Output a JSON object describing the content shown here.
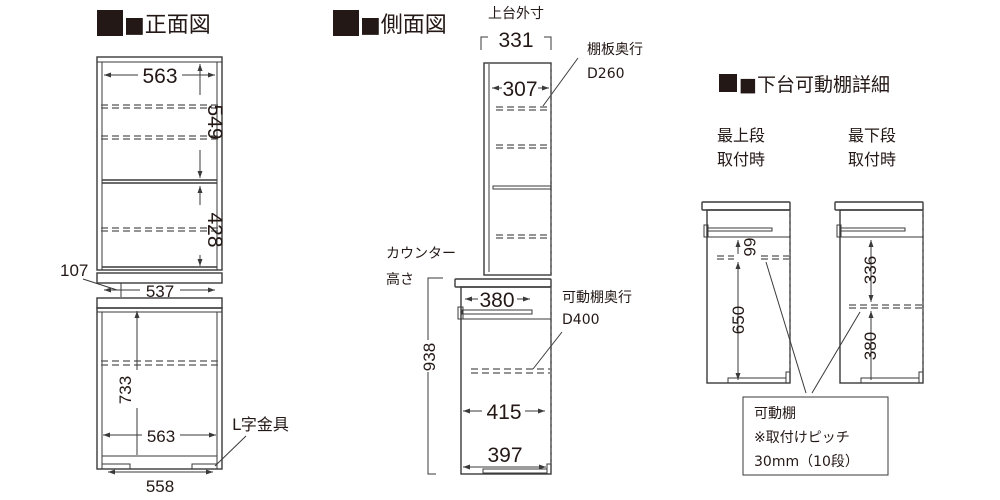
{
  "front_view": {
    "title": "■正面図",
    "dims": {
      "upper_width": "563",
      "upper_shelf_height": "549",
      "middle_height": "428",
      "counter_gap": "107",
      "counter_inner_width": "537",
      "lower_height": "733",
      "lower_width": "563",
      "base_width": "558"
    },
    "callout_l_bracket": "L字金具"
  },
  "side_view": {
    "title": "■側面図",
    "upper_outer_label": "上台外寸",
    "dims": {
      "upper_outer_depth": "331",
      "upper_inner_depth": "307",
      "counter_depth": "380",
      "counter_height": "938",
      "lower_depth": "415",
      "lower_inner_depth": "397"
    },
    "callout_shelf_depth": {
      "line1": "棚板奥行",
      "line2": "D260"
    },
    "callout_movable_depth": {
      "line1": "可動棚奥行",
      "line2": "D400"
    },
    "counter_height_label": {
      "line1": "カウンター",
      "line2": "高さ"
    }
  },
  "detail_view": {
    "title": "■下台可動棚詳細",
    "top_position": {
      "line1": "最上段",
      "line2": "取付時",
      "dim_top": "66",
      "dim_bottom": "650"
    },
    "bottom_position": {
      "line1": "最下段",
      "line2": "取付時",
      "dim_top": "336",
      "dim_bottom": "380"
    },
    "note": {
      "line1": "可動棚",
      "line2": "※取付けピッチ",
      "line3": "30mm（10段）"
    }
  },
  "colors": {
    "ink": "#231815",
    "line": "#3a3a3a"
  }
}
